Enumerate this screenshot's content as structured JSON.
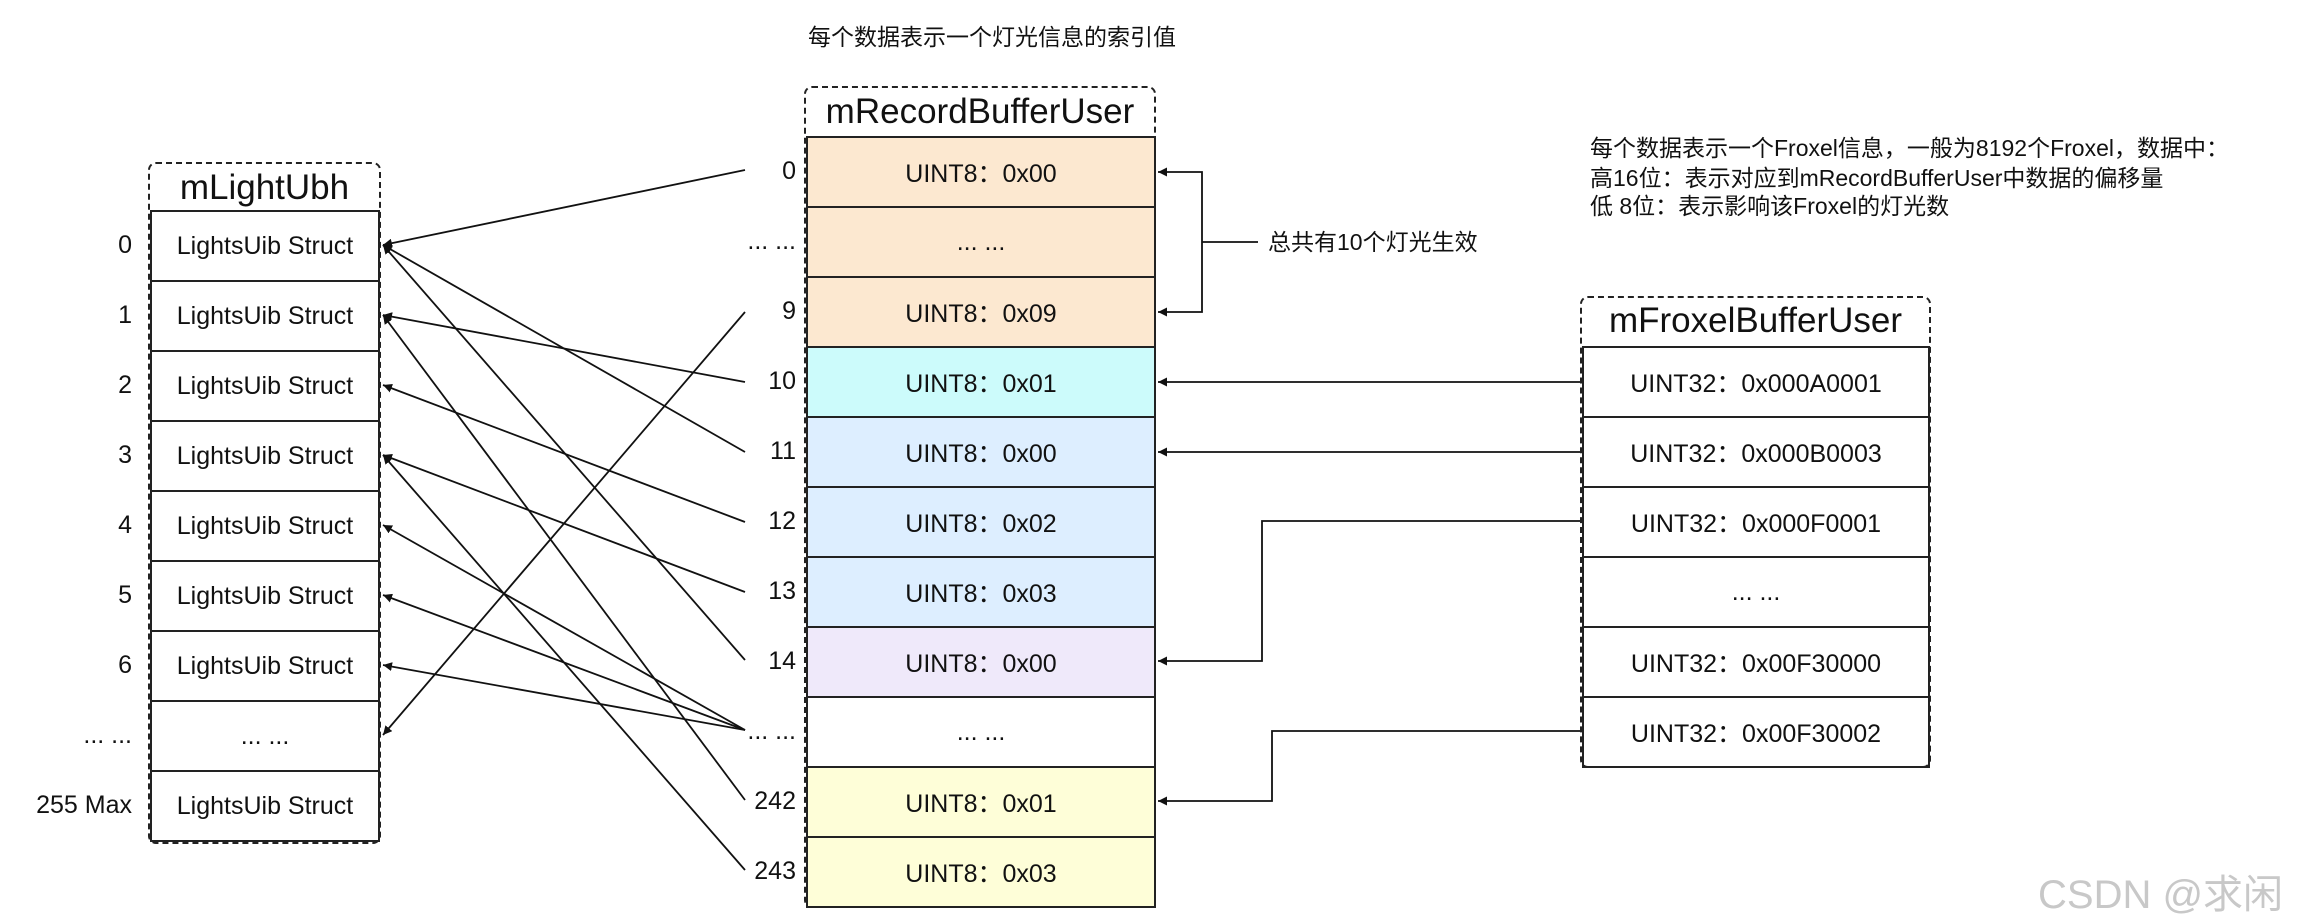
{
  "notes": {
    "record_header": "每个数据表示一个灯光信息的索引值",
    "froxel_line1": "每个数据表示一个Froxel信息，一般为8192个Froxel，数据中：",
    "froxel_line2": "高16位：表示对应到mRecordBufferUser中数据的偏移量",
    "froxel_line3": "低  8位：表示影响该Froxel的灯光数",
    "bracket": "总共有10个灯光生效"
  },
  "light_ubh": {
    "title": "mLightUbh",
    "rows": [
      {
        "index": "0",
        "label": "LightsUib Struct"
      },
      {
        "index": "1",
        "label": "LightsUib Struct"
      },
      {
        "index": "2",
        "label": "LightsUib Struct"
      },
      {
        "index": "3",
        "label": "LightsUib Struct"
      },
      {
        "index": "4",
        "label": "LightsUib Struct"
      },
      {
        "index": "5",
        "label": "LightsUib Struct"
      },
      {
        "index": "6",
        "label": "LightsUib Struct"
      },
      {
        "index": "... ...",
        "label": "... ..."
      },
      {
        "index": "255 Max",
        "label": "LightsUib Struct"
      }
    ]
  },
  "record_buffer": {
    "title": "mRecordBufferUser",
    "rows": [
      {
        "index": "0",
        "label": "UINT8：0x00",
        "color": "#fce8d0"
      },
      {
        "index": "... ...",
        "label": "... ...",
        "color": "#fce8d0"
      },
      {
        "index": "9",
        "label": "UINT8：0x09",
        "color": "#fce8d0"
      },
      {
        "index": "10",
        "label": "UINT8：0x01",
        "color": "#ccfbfb"
      },
      {
        "index": "11",
        "label": "UINT8：0x00",
        "color": "#ddeeff"
      },
      {
        "index": "12",
        "label": "UINT8：0x02",
        "color": "#ddeeff"
      },
      {
        "index": "13",
        "label": "UINT8：0x03",
        "color": "#ddeeff"
      },
      {
        "index": "14",
        "label": "UINT8：0x00",
        "color": "#efe9fa"
      },
      {
        "index": "... ...",
        "label": "... ...",
        "color": "#ffffff"
      },
      {
        "index": "242",
        "label": "UINT8：0x01",
        "color": "#fefed8"
      },
      {
        "index": "243",
        "label": "UINT8：0x03",
        "color": "#fefed8"
      }
    ]
  },
  "froxel_buffer": {
    "title": "mFroxelBufferUser",
    "rows": [
      {
        "label": "UINT32：0x000A0001"
      },
      {
        "label": "UINT32：0x000B0003"
      },
      {
        "label": "UINT32：0x000F0001"
      },
      {
        "label": "... ..."
      },
      {
        "label": "UINT32：0x00F30000"
      },
      {
        "label": "UINT32：0x00F30002"
      }
    ]
  },
  "watermark": "CSDN @求闲"
}
